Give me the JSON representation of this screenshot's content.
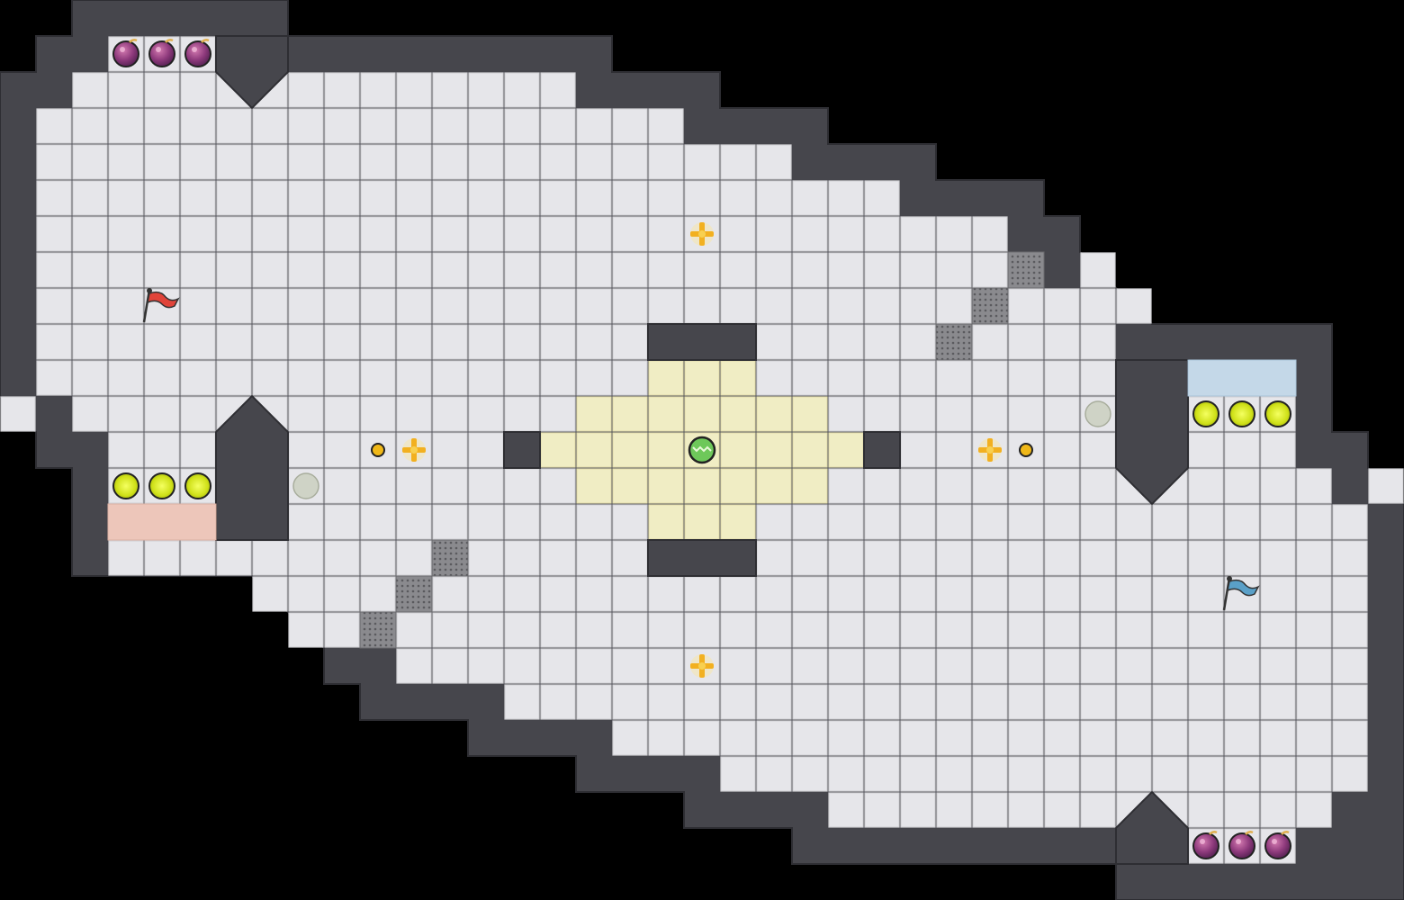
{
  "game": {
    "mode": "capture-the-flag",
    "team_colors": {
      "red": "#e0443a",
      "blue": "#5aa0c8",
      "wall": "#46464c",
      "floor": "#e6e6ea",
      "boost_zone": "#f0edc4"
    }
  },
  "objects": {
    "flags": [
      {
        "team": "red",
        "icon": "red-flag-icon"
      },
      {
        "team": "blue",
        "icon": "blue-flag-icon"
      }
    ],
    "bombs": [
      {
        "icon": "bomb-icon"
      },
      {
        "icon": "bomb-icon"
      },
      {
        "icon": "bomb-icon"
      },
      {
        "icon": "bomb-icon"
      },
      {
        "icon": "bomb-icon"
      },
      {
        "icon": "bomb-icon"
      }
    ],
    "boost_pads": [
      {
        "icon": "boost-pad-icon"
      },
      {
        "icon": "boost-pad-icon"
      },
      {
        "icon": "boost-pad-icon"
      },
      {
        "icon": "boost-pad-icon"
      },
      {
        "icon": "boost-pad-icon"
      },
      {
        "icon": "boost-pad-icon"
      }
    ],
    "powerups": [
      {
        "icon": "powerup-icon"
      },
      {
        "icon": "powerup-icon"
      },
      {
        "icon": "powerup-icon"
      },
      {
        "icon": "powerup-icon"
      }
    ],
    "buttons": [
      {
        "icon": "gate-button-icon"
      },
      {
        "icon": "gate-button-icon"
      }
    ],
    "spikes": [
      {
        "icon": "spike-icon"
      },
      {
        "icon": "spike-icon"
      }
    ],
    "center_powerup": {
      "icon": "center-powerup-icon"
    },
    "gates": [
      {
        "icon": "spike-gate-icon"
      }
    ]
  }
}
